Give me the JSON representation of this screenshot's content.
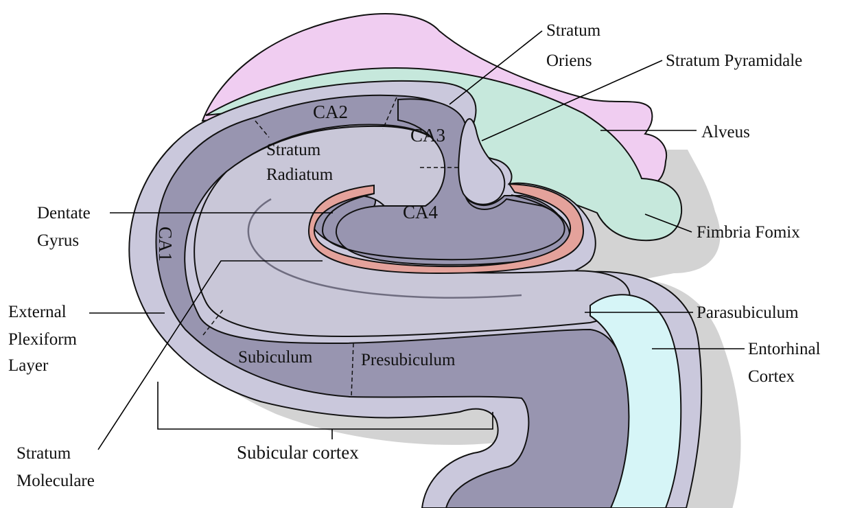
{
  "colors": {
    "alveus": "#f0cdf1",
    "pyramidale": "#c6e8dc",
    "entorhinal": "#d6f5f7",
    "dentate": "#e4a29b",
    "outer": "#cac8dc",
    "band": "#9895b0",
    "core": "#c9c7d8",
    "shadow": "#d3d3d3",
    "outline": "#111111"
  },
  "regions": {
    "ca1": "CA1",
    "ca2": "CA2",
    "ca3": "CA3",
    "ca4": "CA4",
    "subiculum": "Subiculum",
    "presubiculum": "Presubiculum",
    "radiatum_1": "Stratum",
    "radiatum_2": "Radiatum"
  },
  "labels": {
    "oriens_1": "Stratum",
    "oriens_2": "Oriens",
    "pyramidale": "Stratum Pyramidale",
    "alveus": "Alveus",
    "dentate_1": "Dentate",
    "dentate_2": "Gyrus",
    "fimbria": "Fimbria Fomix",
    "external_1": "External",
    "external_2": "Plexiform",
    "external_3": "Layer",
    "parasubiculum": "Parasubiculum",
    "entorhinal_1": "Entorhinal",
    "entorhinal_2": "Cortex",
    "molecular_1": "Stratum",
    "molecular_2": "Moleculare",
    "subicular": "Subicular cortex"
  }
}
